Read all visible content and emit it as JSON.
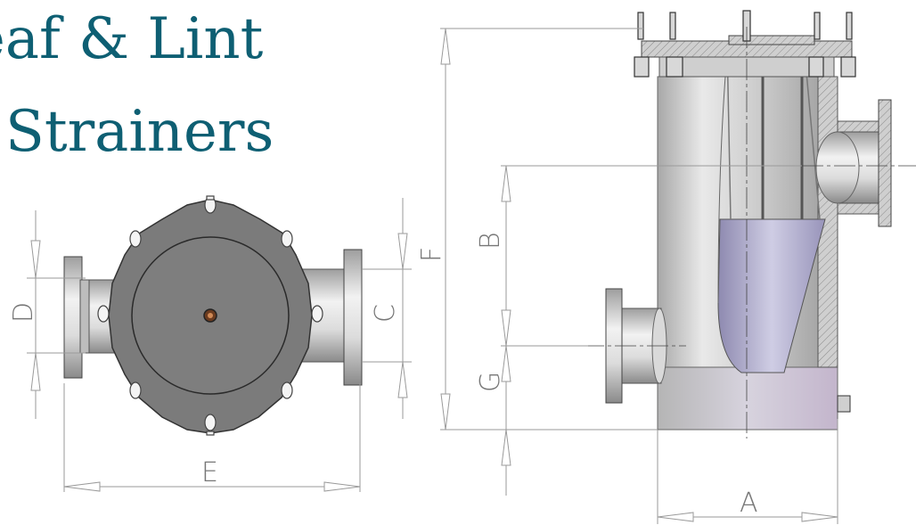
{
  "title": {
    "line1": "eaf & Lint",
    "line2": "Strainers"
  },
  "dimensions": {
    "A": "A",
    "B": "B",
    "C": "C",
    "D": "D",
    "E": "E",
    "F": "F",
    "G": "G"
  },
  "colors": {
    "title": "#0e5f73",
    "body_metal": "#bdbdbd",
    "cover": "#7a7a7a",
    "basket_tint": "#a8a4c8"
  }
}
